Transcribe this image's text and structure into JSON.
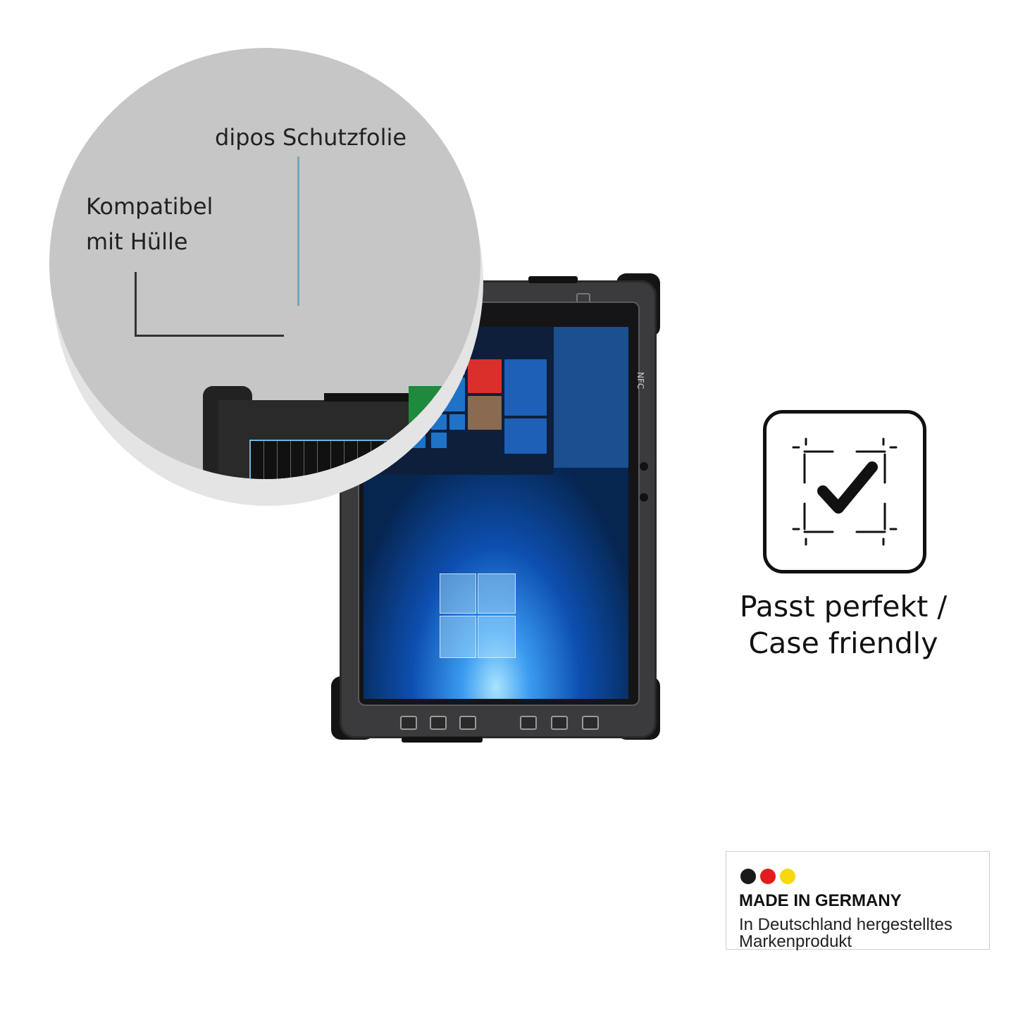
{
  "callout": {
    "label_film": "dipos Schutzfolie",
    "label_case_1": "Kompatibel",
    "label_case_2": "mit Hülle",
    "film_line_color": "#6ea8c0"
  },
  "tablet": {
    "nfc_label": "NFC"
  },
  "feature": {
    "icon": "check-in-frame-icon",
    "caption_1": "Passt perfekt /",
    "caption_2": "Case friendly"
  },
  "badge": {
    "flag_colors": [
      "#1a1a1a",
      "#e21b1b",
      "#f5d90a"
    ],
    "title": "MADE IN GERMANY",
    "line_1": "In Deutschland hergestelltes",
    "line_2": "Markenprodukt"
  }
}
